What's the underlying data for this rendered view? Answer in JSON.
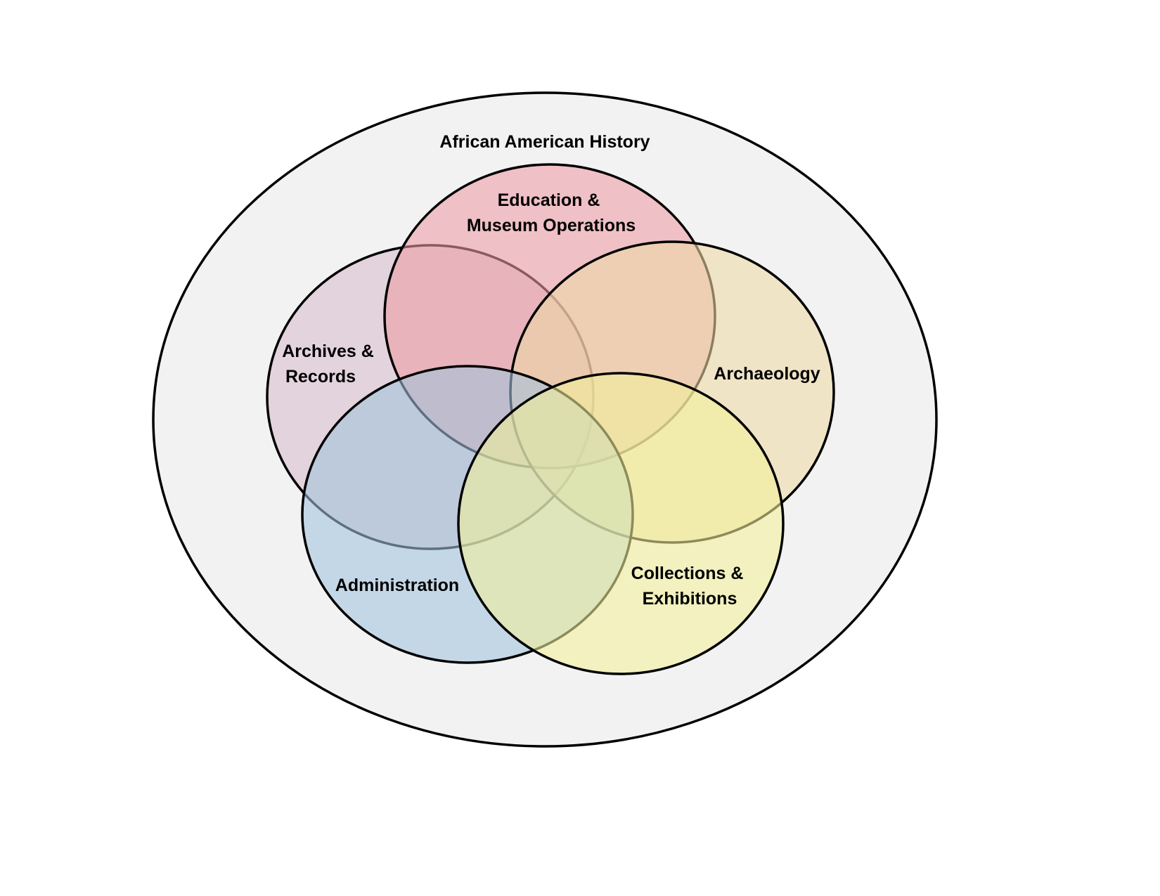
{
  "diagram": {
    "outer": {
      "label": "African American History",
      "fill": "#f2f2f2"
    },
    "circles": [
      {
        "id": "archives",
        "label_lines": [
          "Archives &",
          "Records"
        ],
        "fill": "#d8bccb"
      },
      {
        "id": "education",
        "label_lines": [
          "Education &",
          "Museum Operations"
        ],
        "fill": "#ec9ba3"
      },
      {
        "id": "archaeology",
        "label_lines": [
          "Archaeology"
        ],
        "fill": "#eed9a6"
      },
      {
        "id": "administration",
        "label_lines": [
          "Administration"
        ],
        "fill": "#a2c3dd"
      },
      {
        "id": "collections",
        "label_lines": [
          "Collections &",
          "Exhibitions"
        ],
        "fill": "#f1ef99"
      }
    ],
    "stroke_color": "#000000",
    "circle_opacity": 0.58
  }
}
